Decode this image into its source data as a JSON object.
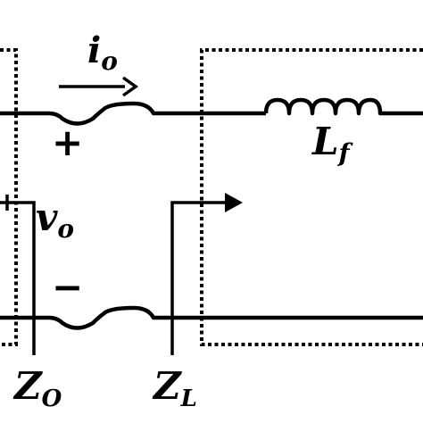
{
  "labels": {
    "current": {
      "main": "i",
      "sub": "o"
    },
    "voltage": {
      "main": "v",
      "sub": "o"
    },
    "plus": "+",
    "minus": "−",
    "inductor": {
      "main": "L",
      "sub": "f"
    },
    "impedance_source": {
      "main": "Z",
      "sub": "O"
    },
    "impedance_load": {
      "main": "Z",
      "sub": "L"
    }
  }
}
